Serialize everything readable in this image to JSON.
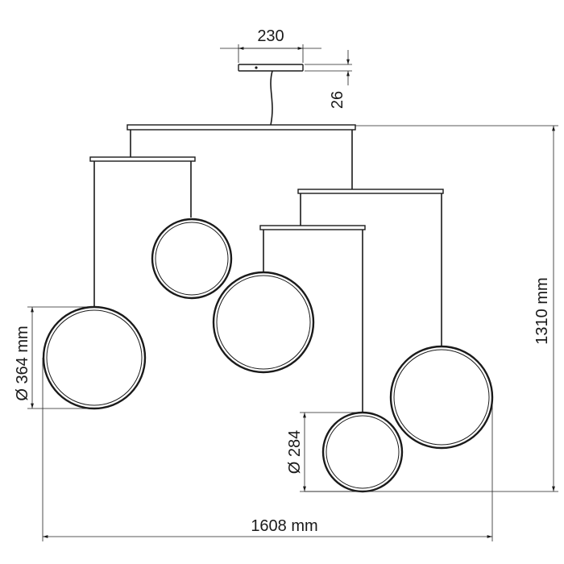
{
  "dimensions": {
    "canopy_width": "230",
    "canopy_height": "26",
    "total_height": "1310 mm",
    "total_width": "1608 mm",
    "large_diameter": "Ø 364 mm",
    "small_diameter": "Ø 284"
  },
  "colors": {
    "line": "#1a1a1a",
    "background": "#ffffff"
  }
}
